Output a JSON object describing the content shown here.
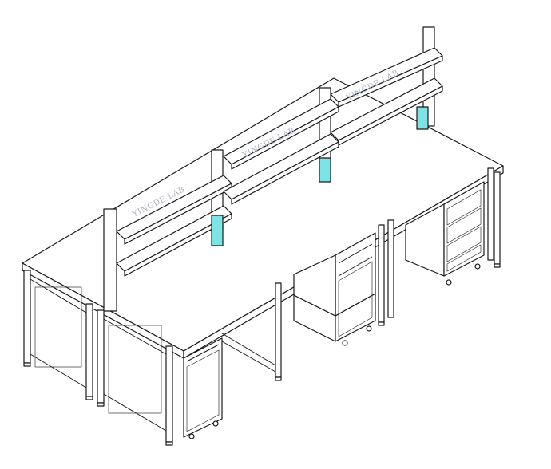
{
  "drawing": {
    "watermarks": [
      "YINGDE LAB",
      "YINGDE LAB",
      "YINGDE LAB"
    ],
    "accent_color": "#7fe3e6",
    "line_color": "#1a1a1a"
  }
}
